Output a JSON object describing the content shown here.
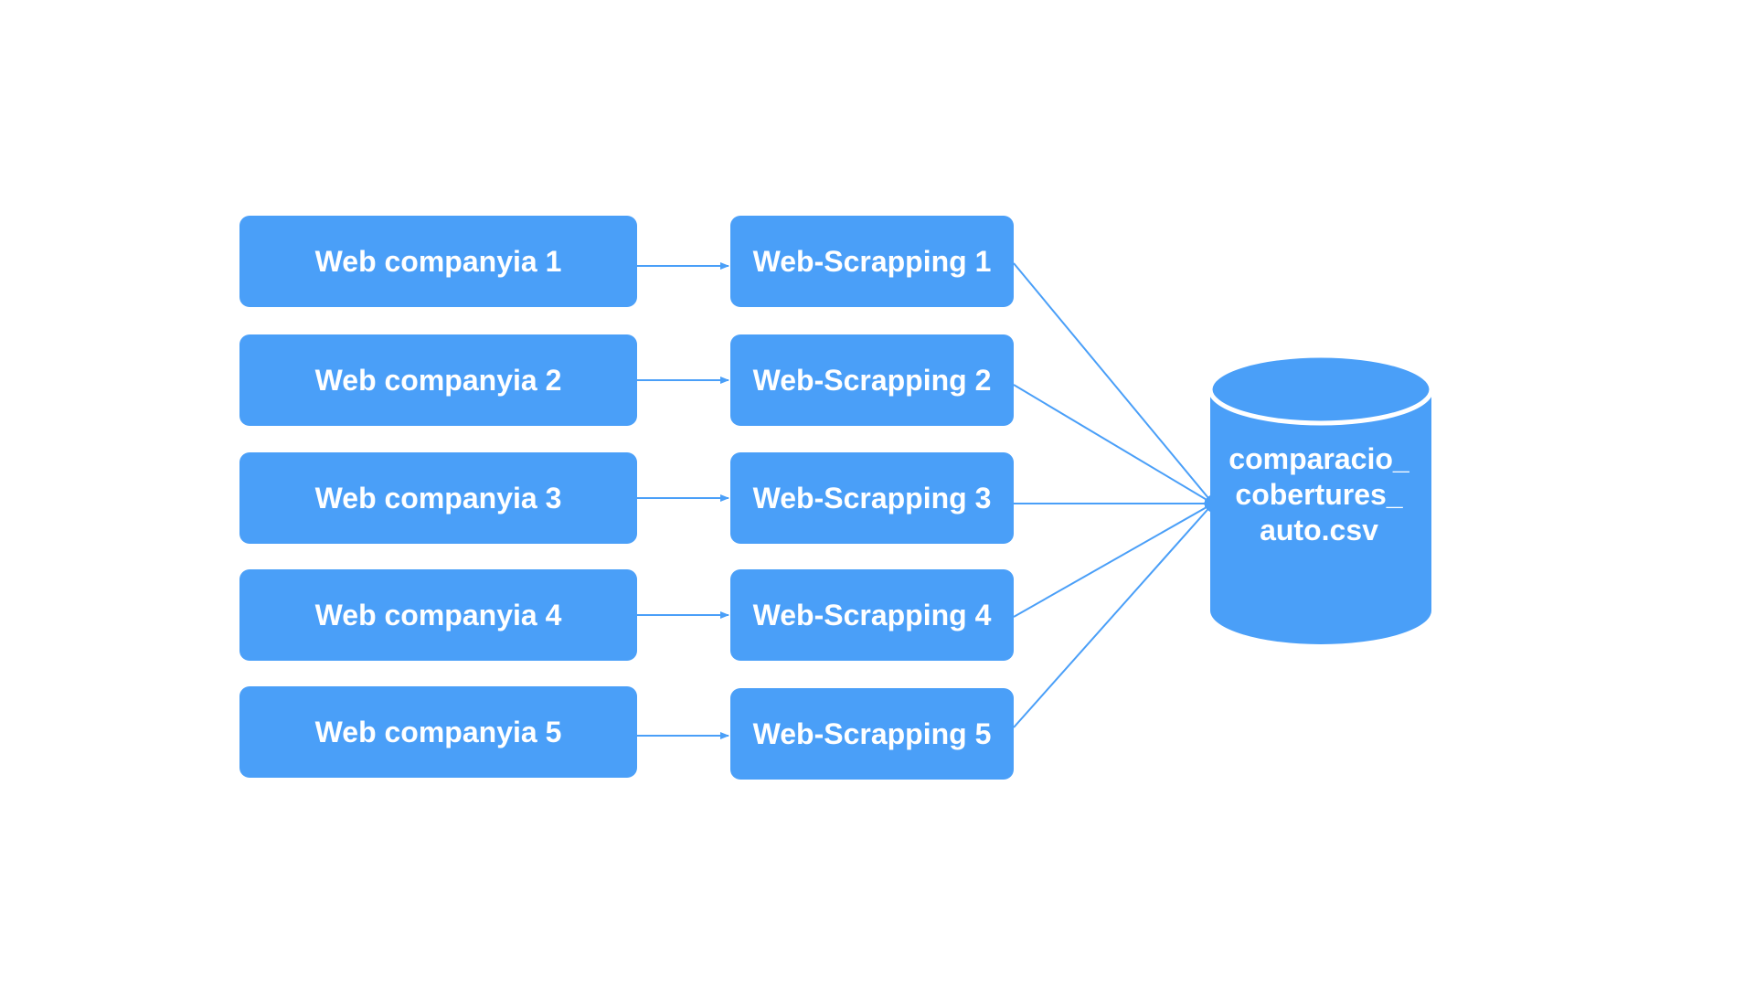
{
  "colors": {
    "node_fill": "#4a9ff8",
    "node_text": "#ffffff",
    "connector": "#4a9ff8",
    "background": "#ffffff"
  },
  "sources": [
    {
      "label": "Web companyia 1"
    },
    {
      "label": "Web companyia 2"
    },
    {
      "label": "Web companyia 3"
    },
    {
      "label": "Web companyia 4"
    },
    {
      "label": "Web companyia 5"
    }
  ],
  "scrapers": [
    {
      "label": "Web-Scrapping 1"
    },
    {
      "label": "Web-Scrapping 2"
    },
    {
      "label": "Web-Scrapping 3"
    },
    {
      "label": "Web-Scrapping 4"
    },
    {
      "label": "Web-Scrapping 5"
    }
  ],
  "database": {
    "icon": "database-cylinder-icon",
    "label_lines": [
      "comparacio_",
      "cobertures_",
      "auto.csv"
    ]
  }
}
